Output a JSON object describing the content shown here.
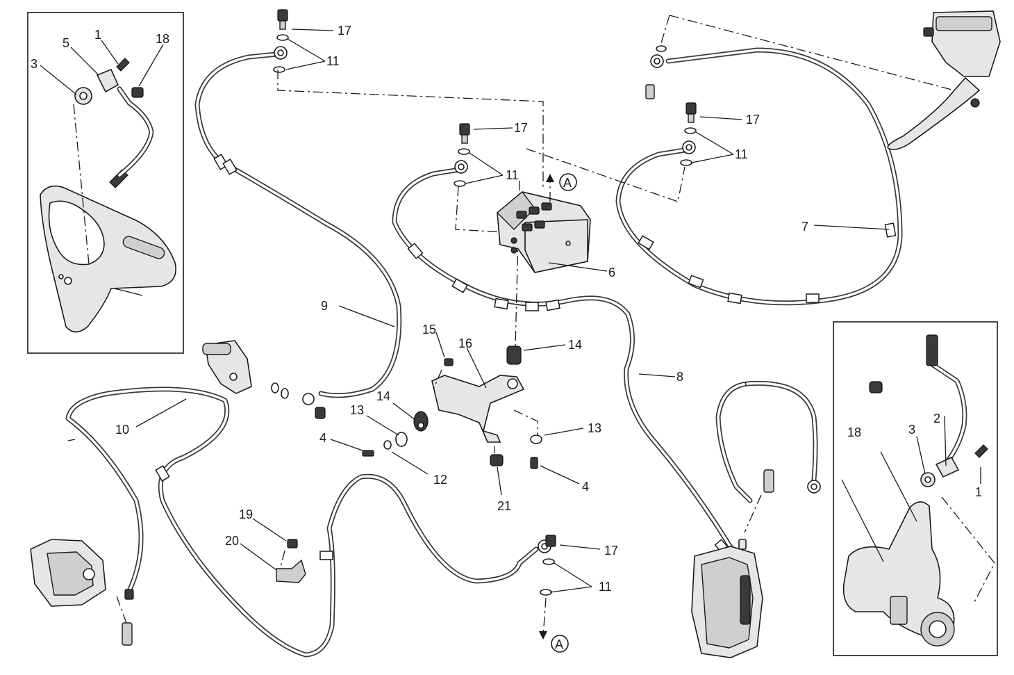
{
  "diagram": {
    "refs": {
      "r1a": "1",
      "r5": "5",
      "r3a": "3",
      "r18a": "18",
      "r17a": "17",
      "r11a": "11",
      "r17b": "17",
      "r11b": "11",
      "r17c": "17",
      "r11c": "11",
      "r7": "7",
      "r6": "6",
      "r9": "9",
      "r8": "8",
      "r15": "15",
      "r16": "16",
      "r14a": "14",
      "r14b": "14",
      "r13a": "13",
      "r13b": "13",
      "r4a": "4",
      "r4b": "4",
      "r12": "12",
      "r21": "21",
      "r10": "10",
      "r19": "19",
      "r20": "20",
      "r17d": "17",
      "r11d": "11",
      "r18b": "18",
      "r3b": "3",
      "r2": "2",
      "r1b": "1"
    },
    "connector_a": "A"
  }
}
